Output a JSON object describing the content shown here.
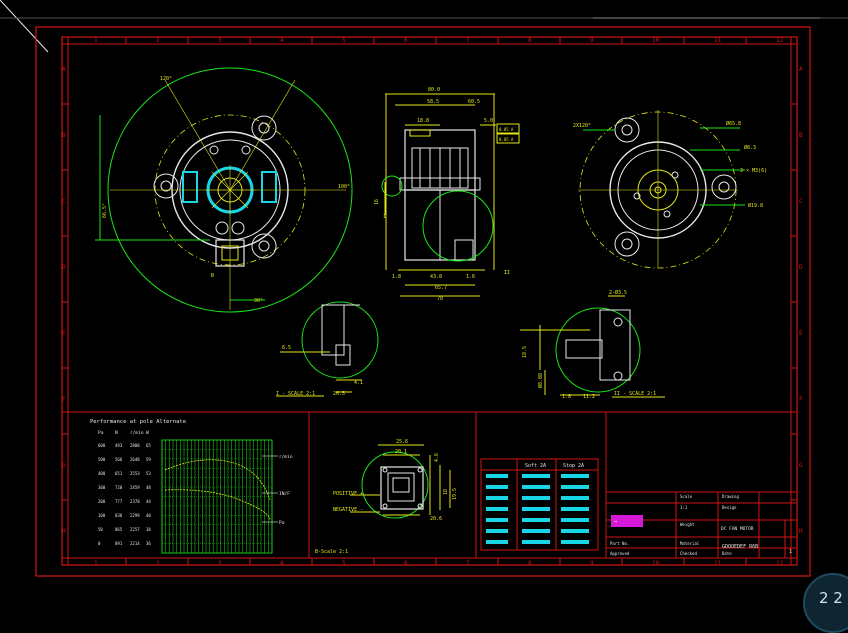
{
  "colors": {
    "background": "#000000",
    "border": "#d01414",
    "outline": "#19e619",
    "dimension": "#e6e619",
    "geometry": "#e8e8e8",
    "fill_blocks": "#19d6e6",
    "title_block": "#d619d6"
  },
  "frame": {
    "columns": [
      "1",
      "2",
      "3",
      "4",
      "5",
      "6",
      "7",
      "8",
      "9",
      "10",
      "11",
      "12"
    ],
    "rows": [
      "A",
      "B",
      "C",
      "D",
      "E",
      "F",
      "G",
      "H"
    ]
  },
  "front_view": {
    "dim_top": "120°",
    "dim_right": "100°",
    "dim_left": "66.5°",
    "dim_bottom": "90°",
    "label_b": "B"
  },
  "side_view": {
    "dim_overall": "80.0",
    "dim_upper_left": "58.5",
    "dim_upper_right": "60.5",
    "dim_body": "18.8",
    "dim_shaft": "5.0",
    "tol_1": "0.05 A",
    "tol_2": "0.05 A",
    "dim_left_small": "16",
    "dim_base_left": "1.8",
    "dim_base_mid": "43.8",
    "dim_base_right": "1.6",
    "dim_total_a": "65.7",
    "dim_total_b": "78",
    "label_i": "I",
    "label_ii": "II"
  },
  "rear_view": {
    "dim_a": "2X120°",
    "dim_b": "Ø65.8",
    "dim_c": "Ø8.3",
    "dim_d": "3 × M3(6)",
    "dim_e": "Ø19.8"
  },
  "detail_i": {
    "caption": "I - SCALE 2:1",
    "dim_a": "6.5",
    "dim_b": "4.1",
    "dim_c": "26.5"
  },
  "detail_ii": {
    "caption": "II - SCALE 2:1",
    "dim_top": "2-Ø3.5",
    "dim_left": "18.5",
    "dim_left2": "Ø8.08",
    "dim_b1": "1.8",
    "dim_b2": "11.2"
  },
  "performance": {
    "title": "Performance at pole Alternate",
    "headers": [
      "Pa",
      "N",
      "r/min",
      "W"
    ],
    "rows": [
      [
        "600",
        "493",
        "2808",
        "65"
      ],
      [
        "500",
        "566",
        "2648",
        "59"
      ],
      [
        "400",
        "651",
        "2553",
        "53"
      ],
      [
        "300",
        "720",
        "2459",
        "48"
      ],
      [
        "200",
        "777",
        "2378",
        "44"
      ],
      [
        "100",
        "838",
        "2299",
        "40"
      ],
      [
        "50",
        "865",
        "2257",
        "38"
      ],
      [
        "0",
        "891",
        "2214",
        "36"
      ]
    ],
    "legend": [
      "r/min",
      "IN/F",
      "Pa"
    ]
  },
  "connector": {
    "dim_top1": "25.6",
    "dim_top2": "20.1",
    "dim_right1": "4.6",
    "dim_right2": "18",
    "dim_right3": "19.5",
    "dim_bottom": "20.6",
    "label_pos": "POSITIVE +",
    "label_neg": "NEGATIVE -",
    "caption": "B-Scale 2:1"
  },
  "spec_table": {
    "header1": "Soft 2A",
    "header2": "Stop 2A"
  },
  "title_block": {
    "cells": [
      "Scale",
      "1:1",
      "Weight",
      "Drawing",
      "Design",
      "Part No.",
      "Approved",
      "Material",
      "Checked",
      "Date"
    ],
    "title": "DC FAN MOTOR",
    "code": "GDOOEDEF R6B",
    "sheet": "1"
  },
  "zoom_label": "2 2"
}
